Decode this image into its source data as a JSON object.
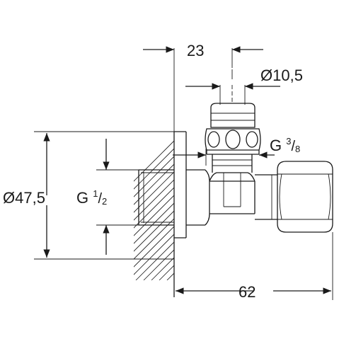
{
  "dimensions": {
    "width_top": "23",
    "diameter_inlet_sym": "Ø",
    "diameter_inlet_val": "10,5",
    "outlet_thread_prefix": "G ",
    "outlet_thread_num": "3",
    "outlet_thread_den": "8",
    "diameter_flange_sym": "Ø",
    "diameter_flange_val": "47,5",
    "inlet_thread_prefix": "G ",
    "inlet_thread_num": "1",
    "inlet_thread_den": "2",
    "length_bottom": "62"
  }
}
